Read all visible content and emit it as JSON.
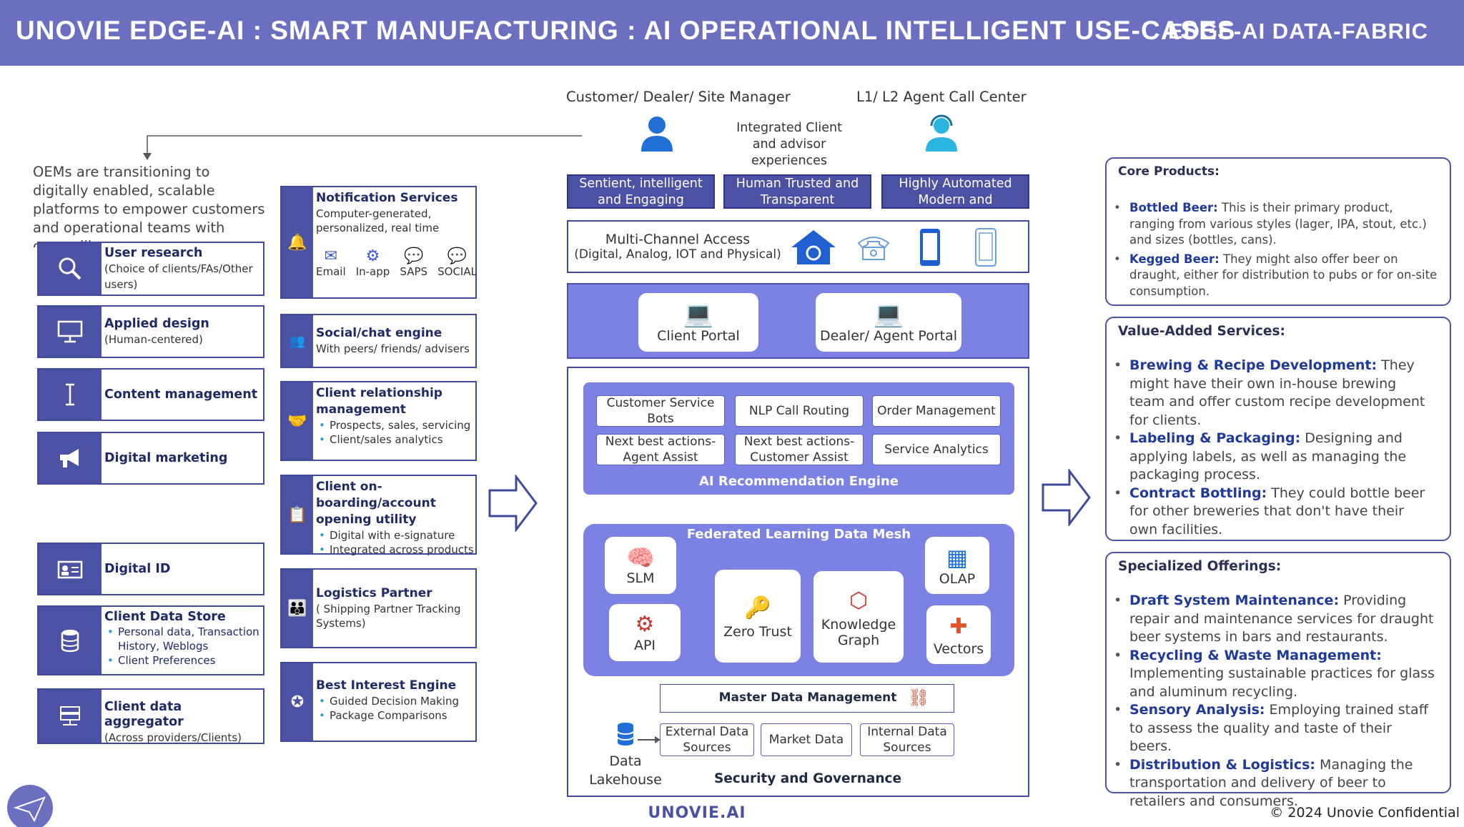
{
  "header": {
    "title": "UNOVIE EDGE-AI : SMART MANUFACTURING : AI OPERATIONAL INTELLIGENT  USE-CASES",
    "right": "EDGE-AI  DATA-FABRIC"
  },
  "intro": "OEMs are transitioning to digitally enabled, scalable platforms to empower customers and operational teams with compelling e",
  "left_cards": [
    {
      "title": "User research",
      "sub": "(Choice of clients/FAs/Other users)",
      "icon": "search-icon"
    },
    {
      "title": "Applied design",
      "sub": "(Human-centered)",
      "icon": "monitor-icon"
    },
    {
      "title": "Content management",
      "sub": "",
      "icon": "text-cursor-icon"
    },
    {
      "title": "Digital marketing",
      "sub": "",
      "icon": "megaphone-icon"
    },
    {
      "title": "Digital ID",
      "sub": "",
      "icon": "id-card-icon"
    },
    {
      "title": "Client Data Store",
      "bullets": [
        "Personal data, Transaction History, Weblogs",
        "Client Preferences"
      ],
      "icon": "database-icon"
    },
    {
      "title": "Client data aggregator",
      "sub": "(Across providers/Clients)",
      "icon": "server-icon"
    }
  ],
  "mid_cards": {
    "notification": {
      "title": "Notification Services",
      "sub": "Computer-generated, personalized, real time",
      "channels": [
        "Email",
        "In-app",
        "SAPS",
        "SOCIAL"
      ]
    },
    "social": {
      "title": "Social/chat engine",
      "sub": "With peers/ friends/ advisers"
    },
    "crm": {
      "title": "Client relationship management",
      "bullets": [
        "Prospects, sales, servicing",
        "Client/sales analytics"
      ]
    },
    "onboarding": {
      "title": "Client on-boarding/account opening utility",
      "bullets": [
        "Digital with e-signature",
        "Integrated across products"
      ]
    },
    "logistics": {
      "title": "Logistics Partner",
      "sub": "( Shipping Partner Tracking Systems)"
    },
    "best_interest": {
      "title": "Best Interest Engine",
      "bullets": [
        "Guided Decision Making",
        "Package Comparisons"
      ]
    }
  },
  "center": {
    "persona_left": "Customer/ Dealer/ Site Manager",
    "persona_right": "L1/ L2 Agent Call Center",
    "integrated": "Integrated Client and advisor experiences",
    "pills": [
      "Sentient, intelligent and Engaging",
      "Human Trusted and Transparent",
      "Highly Automated Modern and Frictionless"
    ],
    "multichannel_title": "Multi-Channel Access",
    "multichannel_sub": "(Digital, Analog, IOT and Physical)",
    "portals": [
      "Client Portal",
      "Dealer/ Agent Portal"
    ],
    "rec_boxes": [
      "Customer Service Bots",
      "NLP Call Routing",
      "Order Management",
      "Next best actions-Agent Assist",
      "Next best actions-Customer Assist",
      "Service Analytics"
    ],
    "rec_title": "AI Recommendation  Engine",
    "mesh_title": "Federated Learning Data Mesh",
    "mesh_tiles": [
      "SLM",
      "API",
      "Zero Trust",
      "Knowledge Graph",
      "OLAP",
      "Vectors"
    ],
    "mdm": "Master Data Management",
    "sources": [
      "External Data Sources",
      "Market Data",
      "Internal Data Sources"
    ],
    "lakehouse": "Data Lakehouse",
    "security": "Security and Governance",
    "brand": "UNOVIE.AI"
  },
  "right": {
    "core": {
      "title": "Core Products:",
      "items": [
        {
          "bold": "Bottled Beer:",
          "text": " This is their primary product, ranging from various styles (lager, IPA, stout, etc.) and sizes (bottles, cans)."
        },
        {
          "bold": "Kegged Beer:",
          "text": " They might also offer beer on draught, either for distribution to pubs or for on-site consumption."
        }
      ]
    },
    "value": {
      "title": "Value-Added Services:",
      "items": [
        {
          "bold": "Brewing & Recipe Development:",
          "text": " They might have their own in-house brewing team and offer custom recipe development for clients."
        },
        {
          "bold": "Labeling & Packaging:",
          "text": " Designing and applying labels, as well as managing the packaging process."
        },
        {
          "bold": "Contract Bottling:",
          "text": " They could bottle beer for other breweries that don't have their own facilities."
        }
      ]
    },
    "special": {
      "title": "Specialized Offerings:",
      "items": [
        {
          "bold": "Draft System Maintenance:",
          "text": " Providing repair and maintenance services for draught beer systems in bars and restaurants."
        },
        {
          "bold": "Recycling & Waste Management:",
          "text": " Implementing sustainable practices for glass and aluminum recycling."
        },
        {
          "bold": "Sensory Analysis:",
          "text": " Employing trained staff to assess the quality and taste of their beers."
        },
        {
          "bold": "Distribution & Logistics:",
          "text": " Managing the transportation and delivery of beer to retailers and consumers."
        }
      ]
    }
  },
  "footer": "© 2024 Unovie Confidential"
}
